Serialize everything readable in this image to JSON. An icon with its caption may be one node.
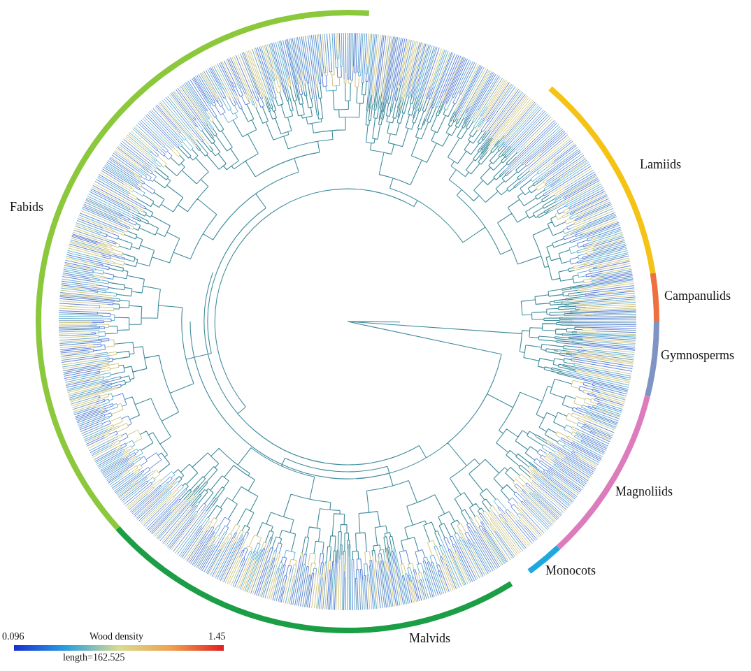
{
  "diagram": {
    "labels": [
      "Fabids",
      "Lamiids",
      "Campanulids",
      "Gymnosperms",
      "Magnoliids",
      "Monocots",
      "Malvids",
      "0.096",
      "Wood density",
      "1.45",
      "length=162.525"
    ]
  }
}
